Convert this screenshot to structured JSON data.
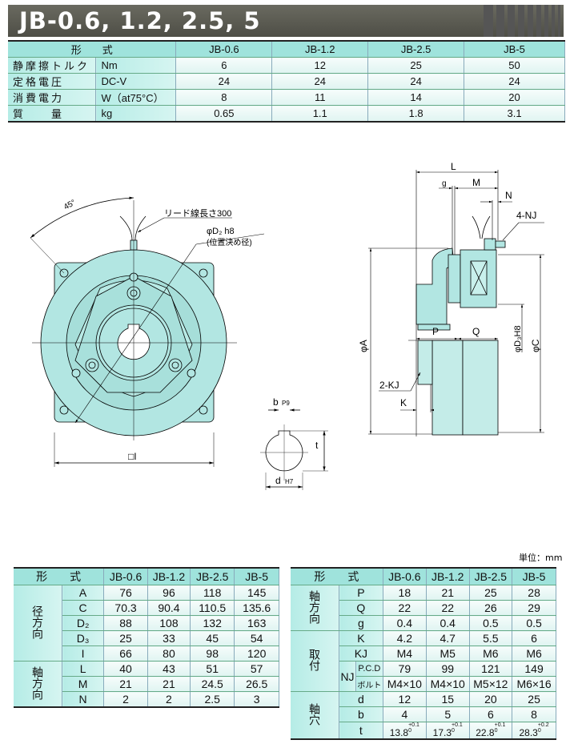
{
  "title": "JB-0.6, 1.2, 2.5, 5",
  "colors": {
    "title_bar": "#57574f",
    "header_fill": "#9fe3dc",
    "drawing_fill": "#b2e6e2"
  },
  "spec_table": {
    "header_label": "形　　式",
    "models": [
      "JB-0.6",
      "JB-1.2",
      "JB-2.5",
      "JB-5"
    ],
    "rows": [
      {
        "label": "静摩擦トルク",
        "unit": "Nm",
        "values": [
          "6",
          "12",
          "25",
          "50"
        ]
      },
      {
        "label": "定格電圧",
        "unit": "DC-V",
        "values": [
          "24",
          "24",
          "24",
          "24"
        ]
      },
      {
        "label": "消費電力",
        "unit": "W（at75°C）",
        "values": [
          "8",
          "11",
          "14",
          "20"
        ]
      },
      {
        "label": "質　　量",
        "unit": "kg",
        "values": [
          "0.65",
          "1.1",
          "1.8",
          "3.1"
        ]
      }
    ]
  },
  "drawing": {
    "angle": "45°",
    "lead_wire": "リード線長さ300",
    "d2_label": "φD₂ h8",
    "d2_note": "(位置決め径)",
    "square_i": "□I",
    "b": "b",
    "p9": "P9",
    "t": "t",
    "d": "d",
    "h7": "H7",
    "L": "L",
    "g": "g",
    "M": "M",
    "N": "N",
    "nj": "4-NJ",
    "A": "φA",
    "P": "P",
    "Q": "Q",
    "D3": "φD₃H8",
    "C": "φC",
    "kj": "2-KJ",
    "K": "K"
  },
  "unit_label": "単位：mm",
  "left_table": {
    "header_label": "形　　式",
    "models": [
      "JB-0.6",
      "JB-1.2",
      "JB-2.5",
      "JB-5"
    ],
    "groups": [
      {
        "label": "径方向",
        "rows": [
          {
            "sym": "A",
            "values": [
              "76",
              "96",
              "118",
              "145"
            ]
          },
          {
            "sym": "C",
            "values": [
              "70.3",
              "90.4",
              "110.5",
              "135.6"
            ]
          },
          {
            "sym": "D₂",
            "values": [
              "88",
              "108",
              "132",
              "163"
            ]
          },
          {
            "sym": "D₃",
            "values": [
              "25",
              "33",
              "45",
              "54"
            ]
          },
          {
            "sym": "I",
            "values": [
              "66",
              "80",
              "98",
              "120"
            ]
          }
        ]
      },
      {
        "label": "軸方向",
        "rows": [
          {
            "sym": "L",
            "values": [
              "40",
              "43",
              "51",
              "57"
            ]
          },
          {
            "sym": "M",
            "values": [
              "21",
              "21",
              "24.5",
              "26.5"
            ]
          },
          {
            "sym": "N",
            "values": [
              "2",
              "2",
              "2.5",
              "3"
            ]
          }
        ]
      }
    ]
  },
  "right_table": {
    "header_label": "形　　式",
    "models": [
      "JB-0.6",
      "JB-1.2",
      "JB-2.5",
      "JB-5"
    ],
    "axial": {
      "label": "軸方向",
      "rows": [
        {
          "sym": "P",
          "values": [
            "18",
            "21",
            "25",
            "28"
          ]
        },
        {
          "sym": "Q",
          "values": [
            "22",
            "22",
            "26",
            "29"
          ]
        },
        {
          "sym": "g",
          "values": [
            "0.4",
            "0.4",
            "0.5",
            "0.5"
          ]
        }
      ]
    },
    "mount": {
      "label": "取付",
      "K": {
        "sym": "K",
        "values": [
          "4.2",
          "4.7",
          "5.5",
          "6"
        ]
      },
      "KJ": {
        "sym": "KJ",
        "values": [
          "M4",
          "M5",
          "M6",
          "M6"
        ]
      },
      "nj_label": "NJ",
      "pcd": {
        "sym": "P.C.D",
        "values": [
          "79",
          "99",
          "121",
          "149"
        ]
      },
      "bolt": {
        "sym": "ボルト",
        "values": [
          "M4×10",
          "M4×10",
          "M5×12",
          "M6×16"
        ]
      }
    },
    "bore": {
      "label": "軸穴",
      "rows": [
        {
          "sym": "d",
          "values": [
            "12",
            "15",
            "20",
            "25"
          ]
        },
        {
          "sym": "b",
          "values": [
            "4",
            "5",
            "6",
            "8"
          ]
        }
      ],
      "t": {
        "sym": "t",
        "values": [
          "13.8",
          "17.3",
          "22.8",
          "28.3"
        ],
        "tol_upper": [
          "+0.1",
          "+0.1",
          "+0.1",
          "+0.2"
        ],
        "tol_lower": [
          "0",
          "0",
          "0",
          "0"
        ]
      }
    }
  }
}
